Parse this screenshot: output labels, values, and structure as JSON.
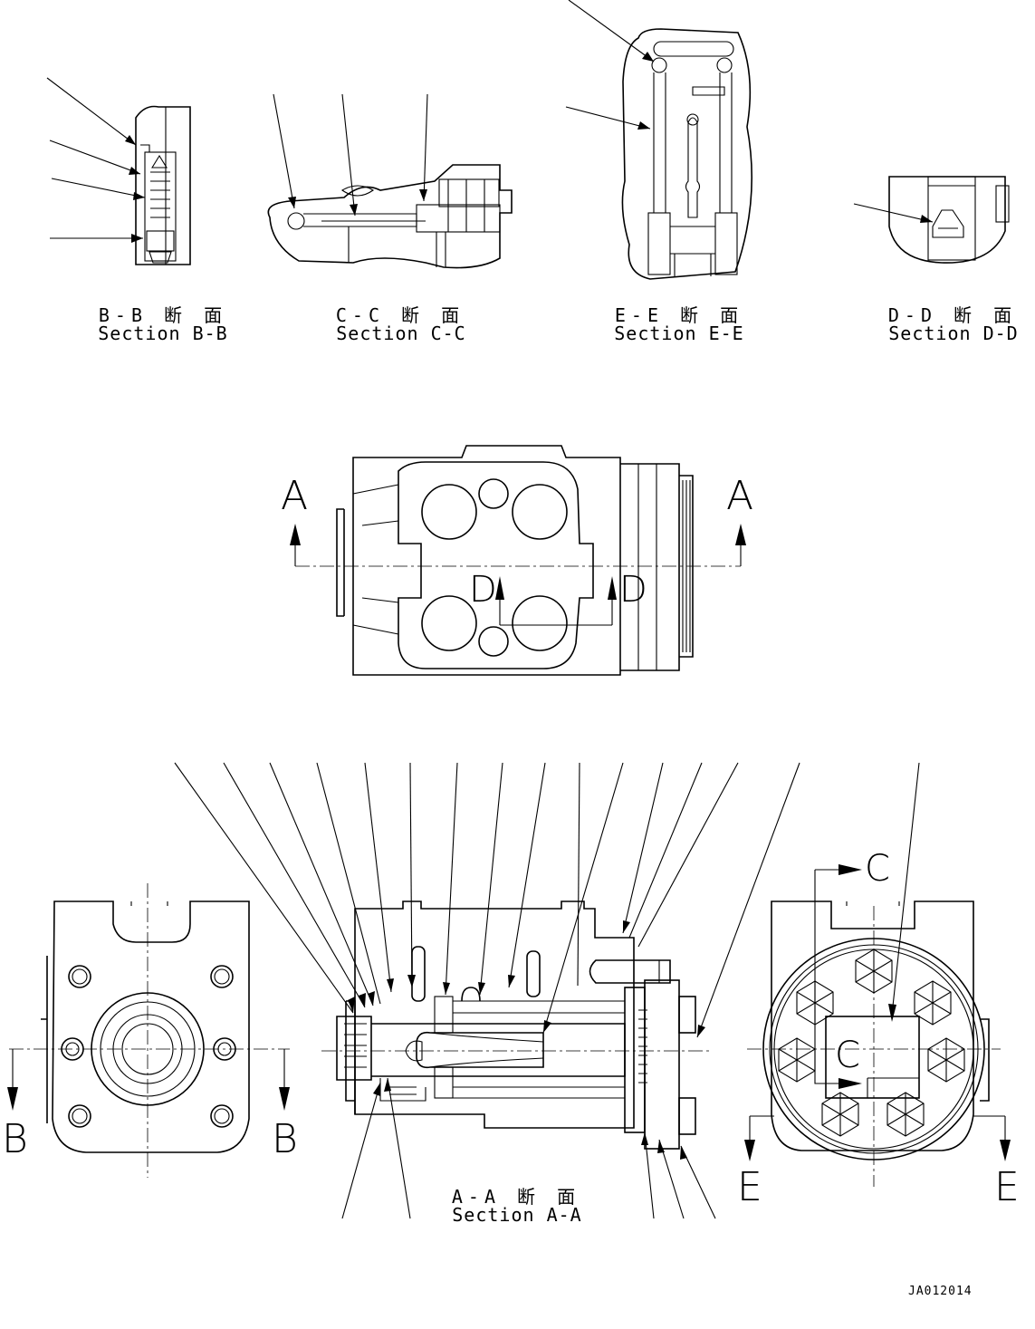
{
  "sections": {
    "bb": {
      "jp": "B-B 断 面",
      "en": "Section B-B"
    },
    "cc": {
      "jp": "C-C 断 面",
      "en": "Section C-C"
    },
    "ee": {
      "jp": "E-E 断 面",
      "en": "Section E-E"
    },
    "dd": {
      "jp": "D-D 断 面",
      "en": "Section D-D"
    },
    "aa": {
      "jp": "A-A 断 面",
      "en": "Section A-A"
    }
  },
  "cut_marks": {
    "a_left": "A",
    "a_right": "A",
    "d_left": "D",
    "d_right": "D",
    "b_left": "B",
    "b_right": "B",
    "c_top": "C",
    "c_mid": "C",
    "e_left": "E",
    "e_right": "E"
  },
  "drawing_code": "JA012014"
}
